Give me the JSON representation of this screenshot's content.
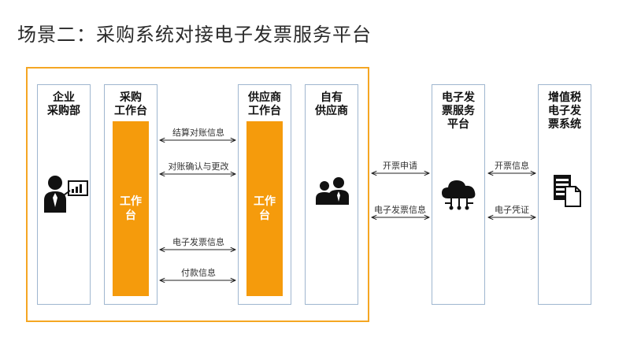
{
  "title": "场景二：采购系统对接电子发票服务平台",
  "columns": {
    "enterprise": "企业\n采购部",
    "workbench": "采购\n工作台",
    "supplier_workbench": "供应商\n工作台",
    "own_supplier": "自有\n供应商",
    "einvoice_platform": "电子发\n票服务\n平台",
    "vat_system": "增值税\n电子发\n票系统"
  },
  "bars": {
    "workbench_bar": "工作\n台",
    "supplier_bar": "工作\n台"
  },
  "flows": {
    "settlement": "结算对账信息",
    "reconcile": "对账确认与更改",
    "einvoice_info": "电子发票信息",
    "payment": "付款信息",
    "invoice_request": "开票申请",
    "einvoice_info2": "电子发票信息",
    "invoice_info": "开票信息",
    "e_voucher": "电子凭证"
  },
  "colors": {
    "accent": "#f59b0c",
    "frame": "#f5a623",
    "column_border": "#9fb6cf"
  },
  "icons": [
    "presenter-icon",
    "users-icon",
    "cloud-network-icon",
    "document-server-icon"
  ]
}
